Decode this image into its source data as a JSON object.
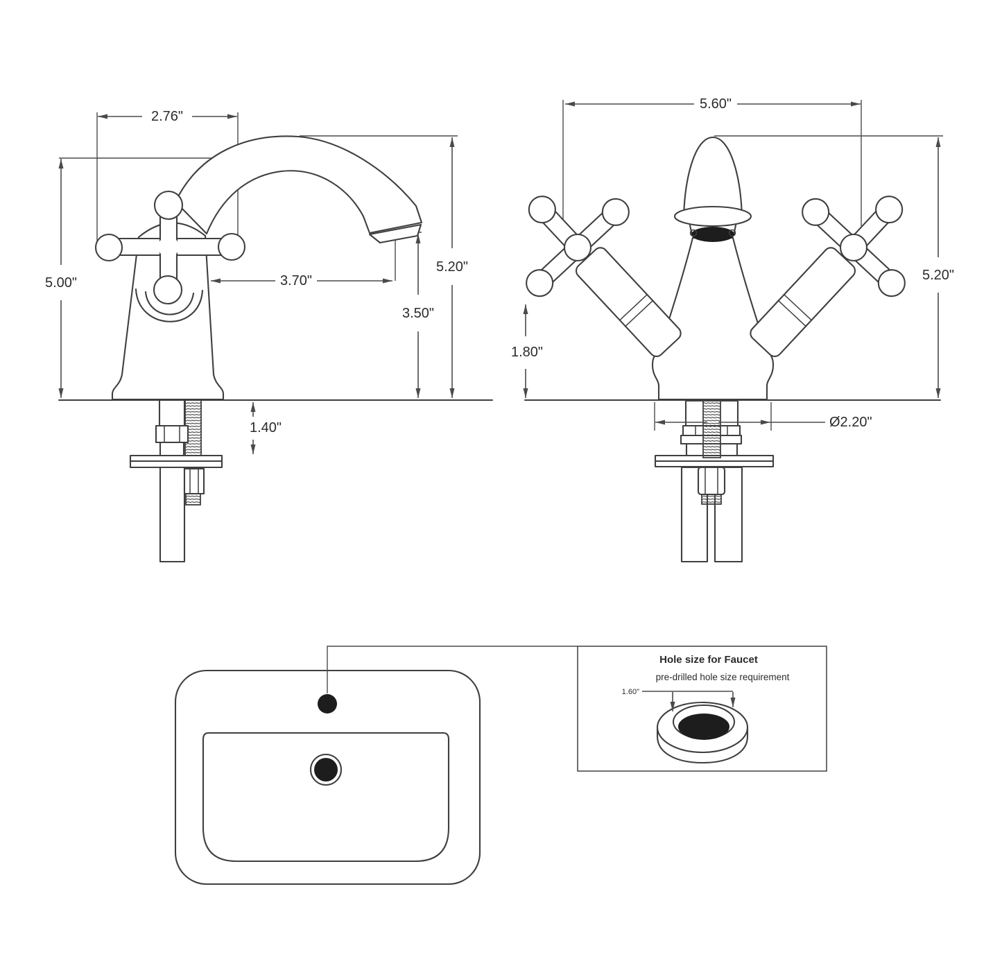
{
  "colors": {
    "background": "#ffffff",
    "line": "#3f3f3f",
    "dimension_line": "#4a4a4a",
    "text": "#2b2b2b",
    "filled_hole": "#1d1d1d"
  },
  "side_view": {
    "dims": {
      "handle_width": "2.76\"",
      "body_height": "5.00\"",
      "spout_reach": "3.70\"",
      "overall_height": "5.20\"",
      "spout_outlet_height": "3.50\"",
      "shank_length": "1.40\""
    }
  },
  "front_view": {
    "dims": {
      "overall_width": "5.60\"",
      "overall_height": "5.20\"",
      "handle_clearance": "1.80\"",
      "base_diameter": "Ø2.20\""
    }
  },
  "hole_detail": {
    "title": "Hole size for Faucet",
    "subtitle": "pre-drilled hole size requirement",
    "hole_diameter": "1.60\""
  }
}
